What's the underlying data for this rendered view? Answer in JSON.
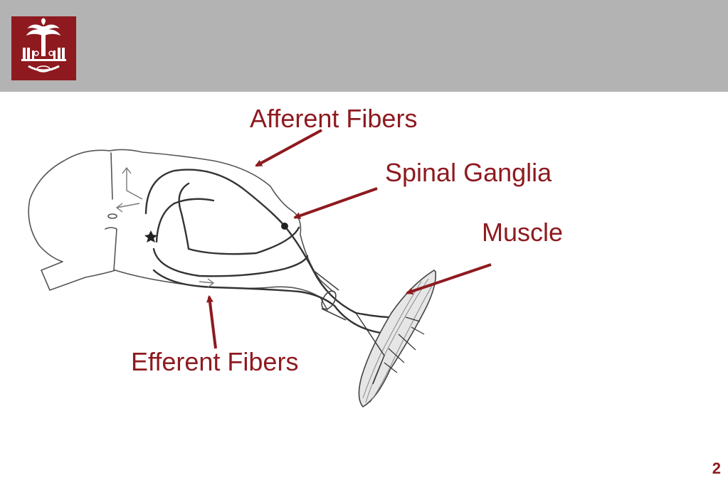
{
  "slide": {
    "page_number": "2",
    "accent_color": "#8e1a1f",
    "header_color": "#b3b3b3"
  },
  "header": {
    "logo_icon": "university-palmetto-seal-icon"
  },
  "diagram": {
    "labels": {
      "afferent": "Afferent Fibers",
      "spinal_ganglia": "Spinal Ganglia",
      "muscle": "Muscle",
      "efferent": "Efferent Fibers"
    }
  }
}
